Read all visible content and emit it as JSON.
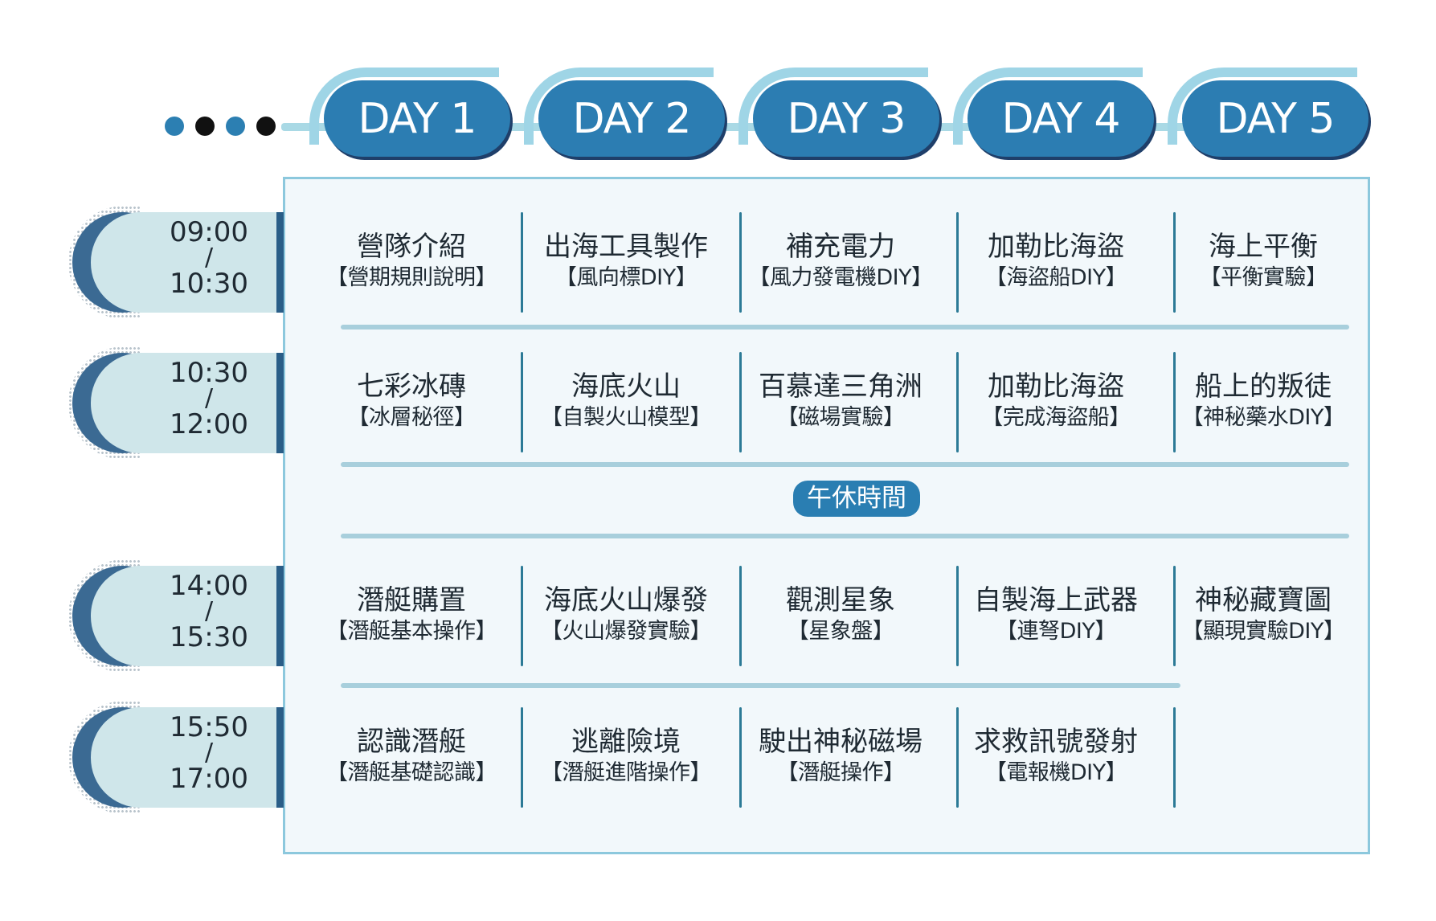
{
  "days": [
    "DAY 1",
    "DAY 2",
    "DAY 3",
    "DAY 4",
    "DAY 5"
  ],
  "time_slots": [
    {
      "start": "09:00",
      "sep": "/",
      "end": "10:30"
    },
    {
      "start": "10:30",
      "sep": "/",
      "end": "12:00"
    },
    {
      "start": "14:00",
      "sep": "/",
      "end": "15:30"
    },
    {
      "start": "15:50",
      "sep": "/",
      "end": "17:00"
    }
  ],
  "lunch_label": "午休時間",
  "rows": [
    [
      {
        "main": "營隊介紹",
        "sub": "【營期規則說明】"
      },
      {
        "main": "出海工具製作",
        "sub": "【風向標DIY】"
      },
      {
        "main": "補充電力",
        "sub": "【風力發電機DIY】"
      },
      {
        "main": "加勒比海盜",
        "sub": "【海盜船DIY】"
      },
      {
        "main": "海上平衡",
        "sub": "【平衡實驗】"
      }
    ],
    [
      {
        "main": "七彩冰磚",
        "sub": "【冰層秘徑】"
      },
      {
        "main": "海底火山",
        "sub": "【自製火山模型】"
      },
      {
        "main": "百慕達三角洲",
        "sub": "【磁場實驗】"
      },
      {
        "main": "加勒比海盜",
        "sub": "【完成海盜船】"
      },
      {
        "main": "船上的叛徒",
        "sub": "【神秘藥水DIY】"
      }
    ],
    [
      {
        "main": "潛艇購置",
        "sub": "【潛艇基本操作】"
      },
      {
        "main": "海底火山爆發",
        "sub": "【火山爆發實驗】"
      },
      {
        "main": "觀測星象",
        "sub": "【星象盤】"
      },
      {
        "main": "自製海上武器",
        "sub": "【連弩DIY】"
      },
      {
        "main": "神秘藏寶圖",
        "sub": "【顯現實驗DIY】"
      }
    ],
    [
      {
        "main": "認識潛艇",
        "sub": "【潛艇基礎認識】"
      },
      {
        "main": "逃離險境",
        "sub": "【潛艇進階操作】"
      },
      {
        "main": "駛出神秘磁場",
        "sub": "【潛艇操作】"
      },
      {
        "main": "求救訊號發射",
        "sub": "【電報機DIY】"
      }
    ]
  ],
  "colors": {
    "accent_blue": "#2c7db2",
    "dark_blue": "#1f3f6a",
    "light_teal": "#cfe6ea",
    "panel_bg": "#f2f8fb",
    "divider": "#a8cfdc"
  },
  "icons": [
    "dot-blue",
    "dot-black"
  ]
}
